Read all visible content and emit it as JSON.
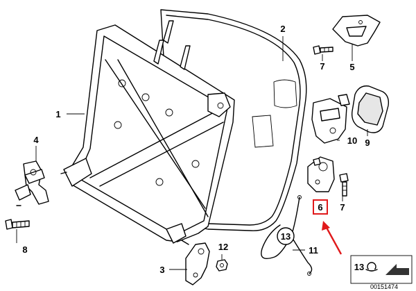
{
  "callouts": {
    "c1": "1",
    "c2": "2",
    "c3": "3",
    "c4": "4",
    "c5": "5",
    "c6": "6",
    "c7a": "7",
    "c7b": "7",
    "c8": "8",
    "c9": "9",
    "c10": "10",
    "c11": "11",
    "c12": "12",
    "c13": "13",
    "c13_legend": "13"
  },
  "document_number": "00151474",
  "colors": {
    "highlight": "#e0191b",
    "line": "#000000",
    "background": "#ffffff"
  }
}
